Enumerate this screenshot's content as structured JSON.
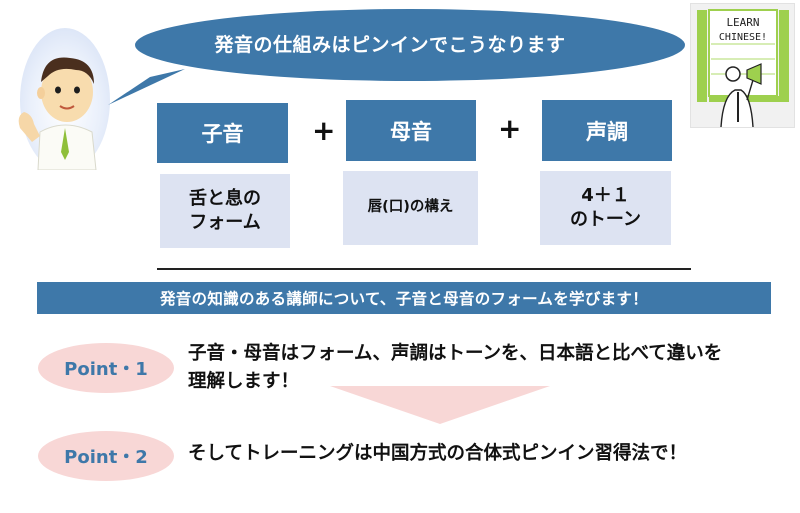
{
  "bubble": {
    "text": "発音の仕組みはピンインでこうなります"
  },
  "learn_sign": {
    "line1": "LEARN",
    "line2": "CHINESE!"
  },
  "formula": {
    "items": [
      {
        "title": "子音",
        "desc_line1": "舌と息の",
        "desc_line2": "フォーム"
      },
      {
        "title": "母音",
        "desc_line1": "唇(口)の構え",
        "desc_line2": ""
      },
      {
        "title": "声調",
        "desc_line1": "4＋１",
        "desc_line2": "のトーン"
      }
    ],
    "operators": [
      "+",
      "+"
    ]
  },
  "banner": {
    "text": "発音の知識のある講師について、子音と母音のフォームを学びます！"
  },
  "points": [
    {
      "label": "Point・1",
      "line1": "子音・母音はフォーム、声調はトーンを、日本語と比べて違いを",
      "line2": "理解します！"
    },
    {
      "label": "Point・2",
      "line1": "そしてトレーニングは中国方式の合体式ピンイン習得法で！",
      "line2": ""
    }
  ],
  "colors": {
    "accent_blue": "#3e78a9",
    "light_blue": "#dde3f2",
    "pink": "#f8d7d6",
    "green": "#9ed04e"
  }
}
